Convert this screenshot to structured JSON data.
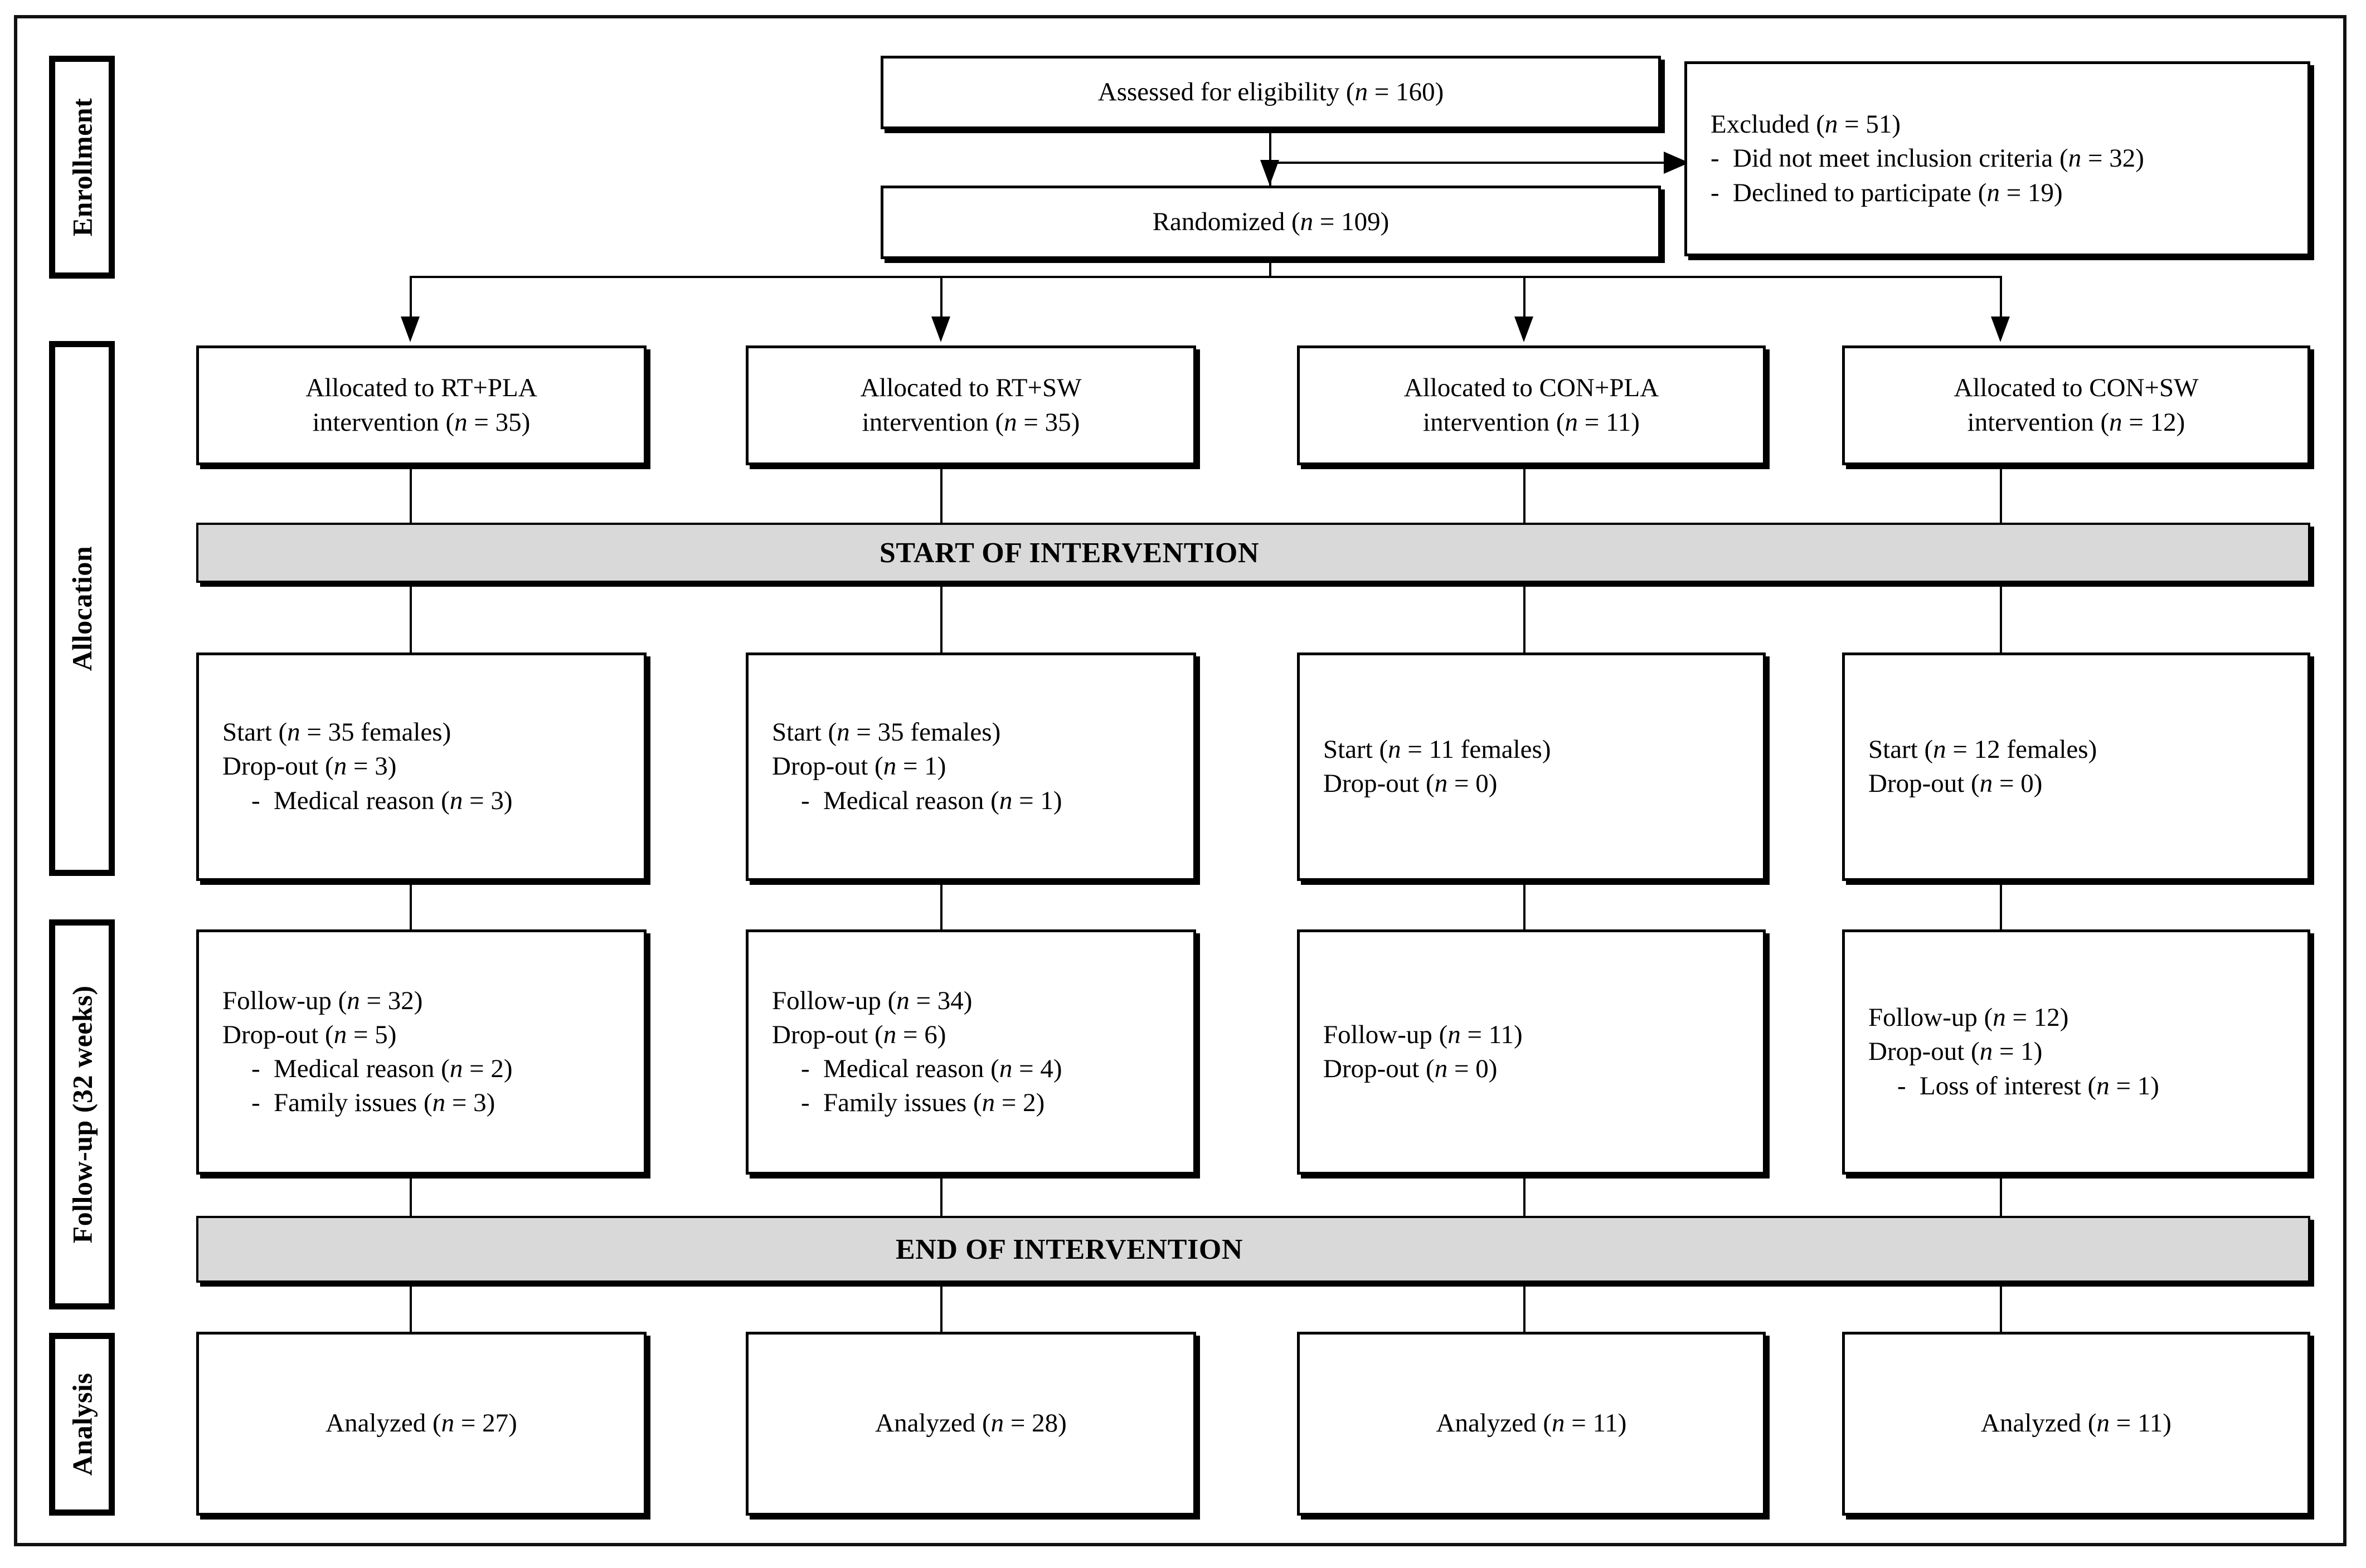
{
  "phases": [
    {
      "label": "Enrollment"
    },
    {
      "label": "Allocation"
    },
    {
      "label": "Follow-up (32 weeks)"
    },
    {
      "label": "Analysis"
    }
  ],
  "enrollment": {
    "assessed": "Assessed for eligibility (n = 160)",
    "randomized": "Randomized (n = 109)",
    "excluded_title": "Excluded (n = 51)",
    "excluded_reasons": [
      "Did not meet inclusion criteria (n = 32)",
      "Declined to participate (n = 19)"
    ]
  },
  "banners": {
    "start": "START OF INTERVENTION",
    "end": "END OF INTERVENTION"
  },
  "arms": [
    {
      "allocated_l1": "Allocated to RT+PLA",
      "allocated_l2": "intervention (n = 35)",
      "start": "Start (n = 35 females)",
      "start_dropout": "Drop-out (n = 3)",
      "start_reasons": [
        "Medical reason (n = 3)"
      ],
      "followup": "Follow-up (n = 32)",
      "followup_dropout": "Drop-out (n = 5)",
      "followup_reasons": [
        "Medical reason (n = 2)",
        "Family issues (n = 3)"
      ],
      "analyzed": "Analyzed (n = 27)"
    },
    {
      "allocated_l1": "Allocated to RT+SW",
      "allocated_l2": "intervention (n = 35)",
      "start": "Start (n = 35 females)",
      "start_dropout": "Drop-out (n = 1)",
      "start_reasons": [
        "Medical reason (n = 1)"
      ],
      "followup": "Follow-up (n = 34)",
      "followup_dropout": "Drop-out (n = 6)",
      "followup_reasons": [
        "Medical reason (n = 4)",
        "Family issues (n = 2)"
      ],
      "analyzed": "Analyzed (n = 28)"
    },
    {
      "allocated_l1": "Allocated to CON+PLA",
      "allocated_l2": "intervention (n = 11)",
      "start": "Start (n = 11 females)",
      "start_dropout": "Drop-out (n = 0)",
      "start_reasons": [],
      "followup": "Follow-up (n = 11)",
      "followup_dropout": "Drop-out (n = 0)",
      "followup_reasons": [],
      "analyzed": "Analyzed (n = 11)"
    },
    {
      "allocated_l1": "Allocated to CON+SW",
      "allocated_l2": "intervention (n = 12)",
      "start": "Start (n = 12 females)",
      "start_dropout": "Drop-out (n = 0)",
      "start_reasons": [],
      "followup": "Follow-up (n = 12)",
      "followup_dropout": "Drop-out (n = 1)",
      "followup_reasons": [
        "Loss of interest (n = 1)"
      ],
      "analyzed": "Analyzed (n = 11)"
    }
  ],
  "colors": {
    "banner_fill": "#d9d9d9",
    "line": "#000000",
    "background": "#ffffff"
  }
}
